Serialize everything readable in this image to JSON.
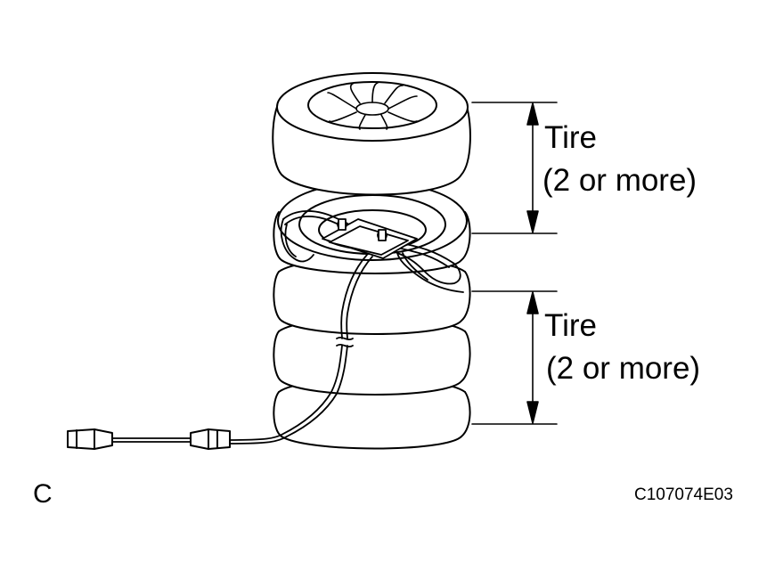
{
  "diagram": {
    "upper_dimension": {
      "line1": "Tire",
      "line2": "(2 or more)"
    },
    "lower_dimension": {
      "line1": "Tire",
      "line2": "(2 or more)"
    },
    "corner_letter": "C",
    "figure_code": "C107074E03"
  },
  "colors": {
    "ink": "#000000",
    "paper": "#ffffff"
  }
}
